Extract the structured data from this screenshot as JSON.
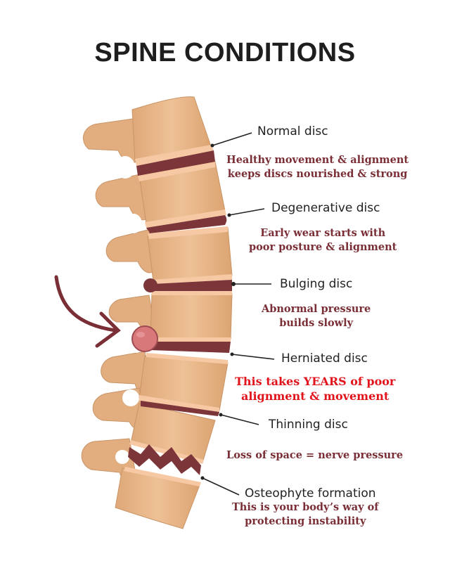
{
  "title": "SPINE CONDITIONS",
  "colors": {
    "bone": "#e8b789",
    "bone_shade": "#d59e6c",
    "cartilage": "#f6c8a3",
    "disc": "#7c3538",
    "herniation": "#d9787a",
    "arrow": "#7a2e36",
    "description_text": "#7a2e36",
    "emphasis_text": "#e1141c"
  },
  "conditions": [
    {
      "label": "Normal disc",
      "description": [
        "Healthy movement & alignment",
        "keeps discs nourished & strong"
      ]
    },
    {
      "label": "Degenerative disc",
      "description": [
        "Early wear starts with",
        "poor posture & alignment"
      ]
    },
    {
      "label": "Bulging disc",
      "description": [
        "Abnormal pressure",
        "builds slowly"
      ]
    },
    {
      "label": "Herniated disc",
      "description": [
        "This takes YEARS of poor",
        "alignment & movement"
      ]
    },
    {
      "label": "Thinning disc",
      "description": [
        "Loss of space = nerve pressure"
      ]
    },
    {
      "label": "Osteophyte formation",
      "description": [
        "This is your body’s way of",
        "protecting instability"
      ]
    }
  ]
}
